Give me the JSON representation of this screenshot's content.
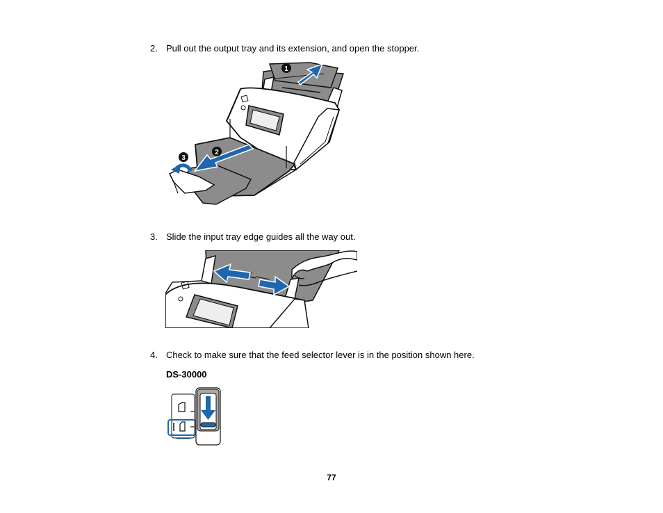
{
  "steps": [
    {
      "number": "2.",
      "text": "Pull out the output tray and its extension, and open the stopper."
    },
    {
      "number": "3.",
      "text": "Slide the input tray edge guides all the way out."
    },
    {
      "number": "4.",
      "text": "Check to make sure that the feed selector lever is in the position shown here."
    }
  ],
  "model_heading": "DS-30000",
  "figure1_callouts": [
    "1",
    "2",
    "3"
  ],
  "page_number": "77",
  "colors": {
    "arrow": "#1f66b0",
    "tray": "#8c8c8c",
    "outline": "#111111",
    "highlight": "#1f66b0"
  }
}
